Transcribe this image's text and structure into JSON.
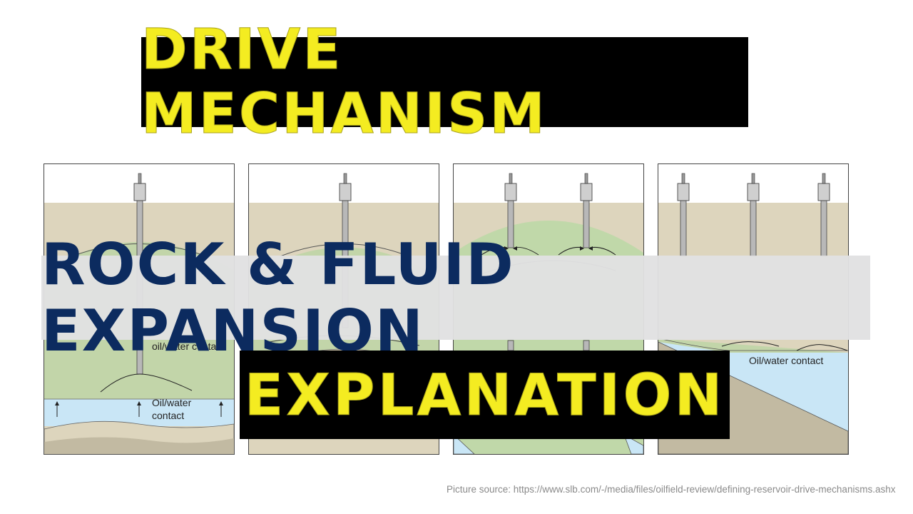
{
  "title": "DRIVE MECHANISM",
  "subtitle": "ROCK & FLUID EXPANSION",
  "explanation": "EXPLANATION",
  "diagram_labels": {
    "panel1_contact_upper": "oil/water contact",
    "panel1_contact_lower_line1": "Oil/water",
    "panel1_contact_lower_line2": "contact",
    "panel4_contact": "Oil/water contact"
  },
  "source_text": "Picture source: https://www.slb.com/-/media/files/oilfield-review/defining-reservoir-drive-mechanisms.ashx",
  "colors": {
    "banner_bg": "#000000",
    "title_text": "#f4ec21",
    "subtitle_bg": "#e1e1e2",
    "subtitle_text": "#0c2b5f",
    "rock": "#ddd5bd",
    "oil_zone": "#c2d5a9",
    "water": "#c9e6f6",
    "gas_cap": "#c0d8a9",
    "dark_rock": "#c2baa2"
  }
}
